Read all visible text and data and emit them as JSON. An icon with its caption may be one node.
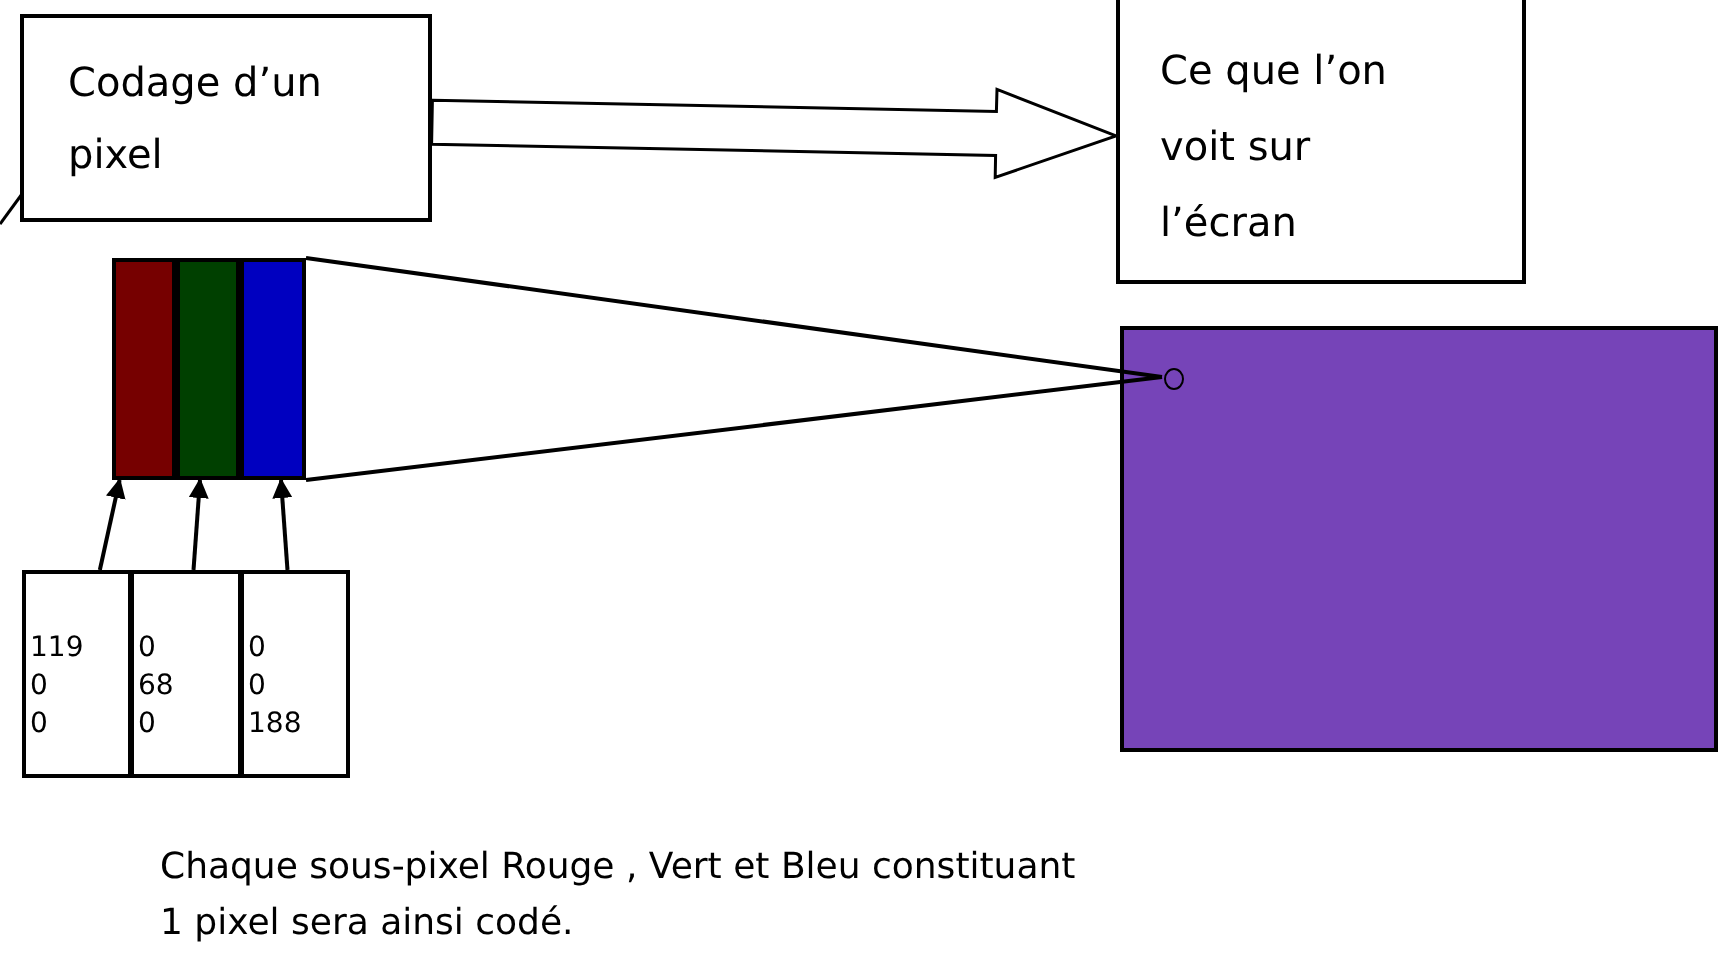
{
  "diagram": {
    "caption": "Chaque sous-pixel Rouge , Vert et Bleu constituant 1 pixel sera ainsi codé.",
    "nodes": [
      {
        "text": [
          "Codage d’un pixel"
        ]
      },
      {
        "text": [
          "Ce que l’on voit sur l’écran"
        ]
      },
      {
        "text": [],
        "shape": "bar"
      },
      {
        "text": [],
        "shape": "bar"
      },
      {
        "text": [],
        "shape": "bar"
      },
      {
        "text": [
          "119 0 0"
        ]
      },
      {
        "text": [
          "0 68 0"
        ]
      },
      {
        "text": [
          "0 0 188"
        ]
      },
      {
        "text": [],
        "shape": "box"
      },
      {
        "text": [],
        "shape": "circle",
        "in": 8
      }
    ],
    "edges": [
      {
        "from": 0,
        "to": 1,
        "arrow": "to",
        "style": "thick"
      },
      {
        "from": 5,
        "to": 2,
        "arrow": "to"
      },
      {
        "from": 6,
        "to": 3,
        "arrow": "to"
      },
      {
        "from": 7,
        "to": 4,
        "arrow": "to"
      },
      {
        "from": 4,
        "to": 9,
        "arrow": "none"
      },
      {
        "from": 4,
        "to": 9,
        "arrow": "none"
      }
    ]
  }
}
